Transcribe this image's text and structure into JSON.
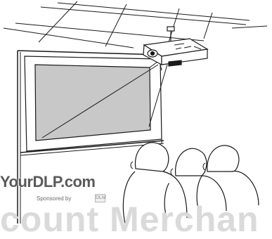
{
  "watermark": {
    "site": "YourDLP.com",
    "sponsor": "Sponsored by",
    "sponsor_logo": "DLM",
    "banner": "count Merchan"
  },
  "colors": {
    "line": "#1a1a1a",
    "screen_fill": "#c8c8c8",
    "watermark_dark": "#5a5a5a",
    "watermark_light": "#dadada"
  }
}
